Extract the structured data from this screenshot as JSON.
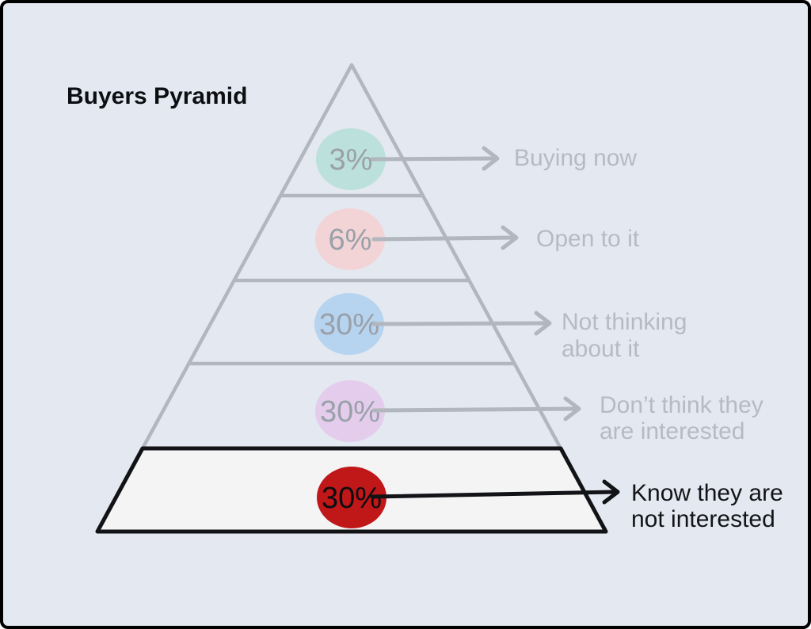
{
  "frame": {
    "title": "Buyers Pyramid"
  },
  "pyramid": {
    "tiers": [
      {
        "percent": "3%",
        "label_lines": [
          "Buying now"
        ],
        "circle_color": "#bce0db",
        "state": "muted"
      },
      {
        "percent": "6%",
        "label_lines": [
          "Open to it"
        ],
        "circle_color": "#f3d4d6",
        "state": "muted"
      },
      {
        "percent": "30%",
        "label_lines": [
          "Not thinking",
          "about it"
        ],
        "circle_color": "#b6d4f0",
        "state": "muted"
      },
      {
        "percent": "30%",
        "label_lines": [
          "Don’t think they",
          "are interested"
        ],
        "circle_color": "#e4cdec",
        "state": "muted"
      },
      {
        "percent": "30%",
        "label_lines": [
          "Know they are",
          "not interested"
        ],
        "circle_color": "#c01719",
        "state": "highlighted"
      }
    ]
  },
  "colors": {
    "background": "#e4e8f0",
    "frame_border": "#000000",
    "muted_stroke": "#b2b6be",
    "muted_label_text": "#b6bac2",
    "muted_percent_text": "#9aa0a9",
    "pyramid_muted_fill": "#e9ecf2",
    "highlight_tier_fill": "#f4f4f5",
    "highlight_stroke": "#121316",
    "highlight_circle": "#c01719"
  }
}
